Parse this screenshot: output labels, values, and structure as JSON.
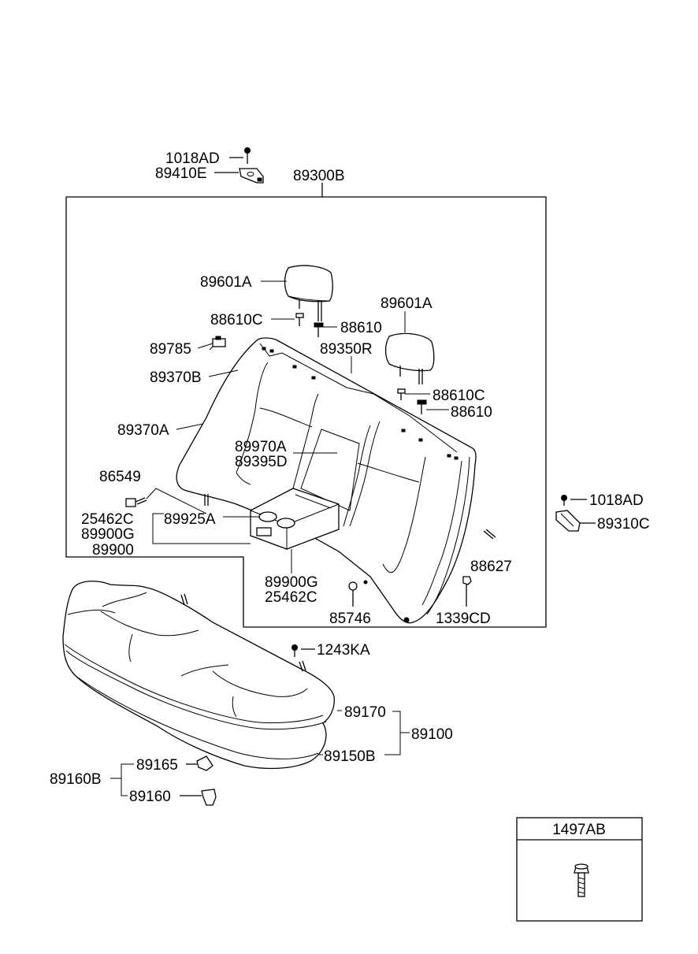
{
  "labels": {
    "l_1018AD_top": "1018AD",
    "l_89410E": "89410E",
    "l_89300B": "89300B",
    "l_89601A_left": "89601A",
    "l_88610C_left": "88610C",
    "l_88610_left": "88610",
    "l_89601A_right": "89601A",
    "l_89785": "89785",
    "l_89350R": "89350R",
    "l_89370B": "89370B",
    "l_88610C_right": "88610C",
    "l_88610_right": "88610",
    "l_89370A": "89370A",
    "l_89970A": "89970A",
    "l_89395D": "89395D",
    "l_86549": "86549",
    "l_1018AD_right": "1018AD",
    "l_89310C": "89310C",
    "l_25462C_left": "25462C",
    "l_89925A": "89925A",
    "l_89900G_left": "89900G",
    "l_89900": "89900",
    "l_88627": "88627",
    "l_89900G_bottom": "89900G",
    "l_25462C_bottom": "25462C",
    "l_85746": "85746",
    "l_1339CD": "1339CD",
    "l_1243KA": "1243KA",
    "l_89170": "89170",
    "l_89100": "89100",
    "l_89150B": "89150B",
    "l_89165": "89165",
    "l_89160B": "89160B",
    "l_89160": "89160"
  },
  "legend_box": {
    "title": "1497AB"
  }
}
